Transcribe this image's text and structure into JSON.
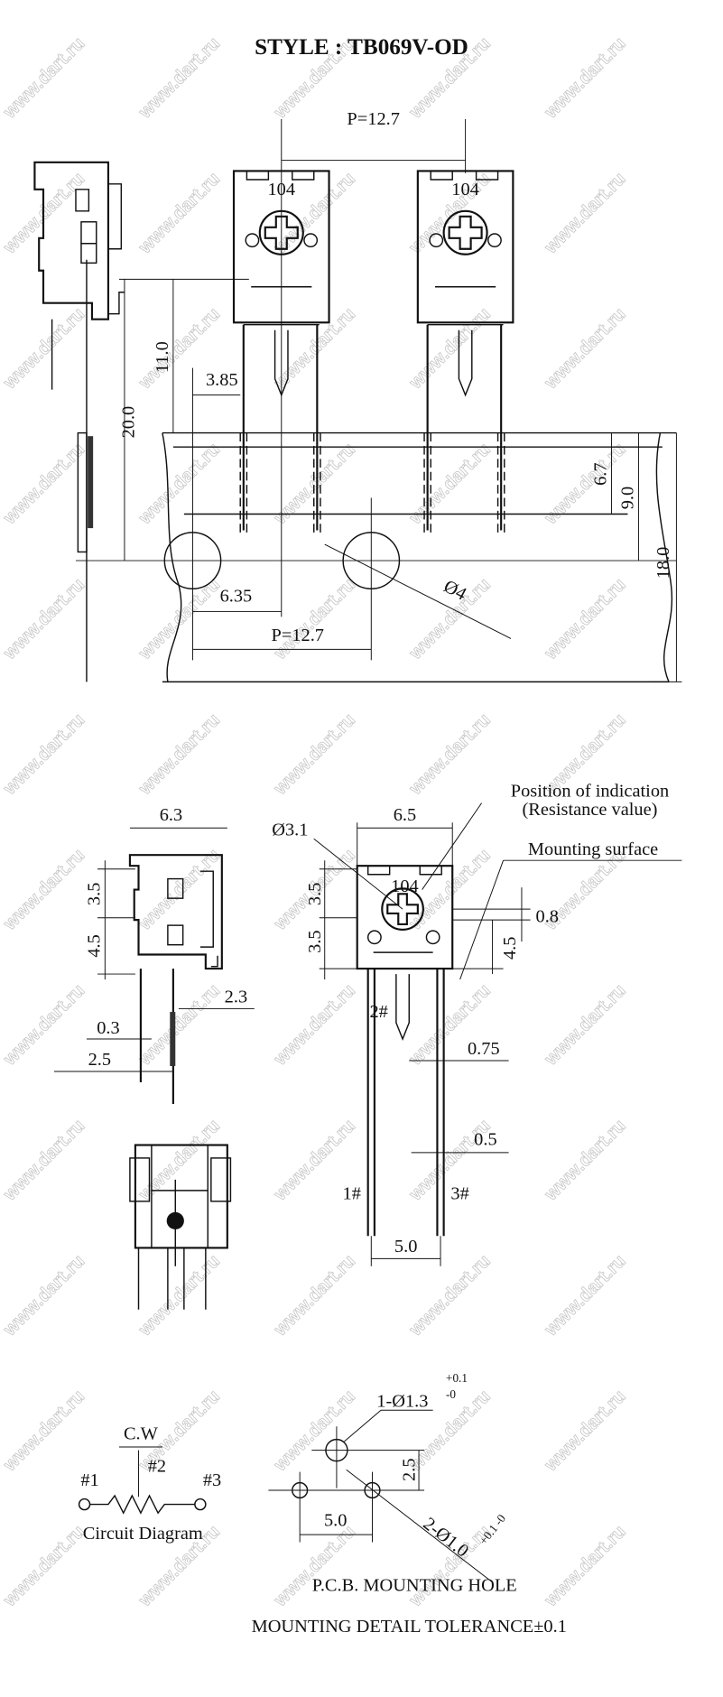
{
  "title": "STYLE : TB069V-OD",
  "watermark": "www.dart.ru",
  "taping": {
    "pitch_top": "P=12.7",
    "pitch_bottom": "P=12.7",
    "dim_20": "20.0",
    "dim_11": "11.0",
    "dim_385": "3.85",
    "dim_635": "6.35",
    "dim_67": "6.7",
    "dim_90": "9.0",
    "dim_180": "18.0",
    "hole_dia": "Ø4",
    "marking_left": "104",
    "marking_right": "104"
  },
  "detail": {
    "width_side": "6.3",
    "width_front": "6.5",
    "dim_35_side": "3.5",
    "dim_45_side": "4.5",
    "dim_23": "2.3",
    "dim_03": "0.3",
    "dim_25": "2.5",
    "shaft_dia": "Ø3.1",
    "position_indication": "Position of indication",
    "resistance_value": "(Resistance value)",
    "mounting_surface": "Mounting surface",
    "dim_35_a": "3.5",
    "dim_35_b": "3.5",
    "dim_08": "0.8",
    "dim_45_front": "4.5",
    "pin2": "2#",
    "dim_075": "0.75",
    "dim_05": "0.5",
    "pin1": "1#",
    "pin3": "3#",
    "pin_pitch": "5.0",
    "marking": "104"
  },
  "circuit": {
    "cw": "C.W",
    "t1": "#1",
    "t2": "#2",
    "t3": "#3",
    "caption": "Circuit Diagram"
  },
  "pcb": {
    "hole1": "1-Ø1.3",
    "hole1_tol_plus": "+0.1",
    "hole1_tol_minus": "-0",
    "hole2": "2-Ø1.0",
    "hole2_tol": "+0.1 -0",
    "dim_25": "2.5",
    "dim_50": "5.0",
    "caption": "P.C.B. MOUNTING HOLE",
    "tolerance": "MOUNTING DETAIL TOLERANCE±0.1"
  }
}
